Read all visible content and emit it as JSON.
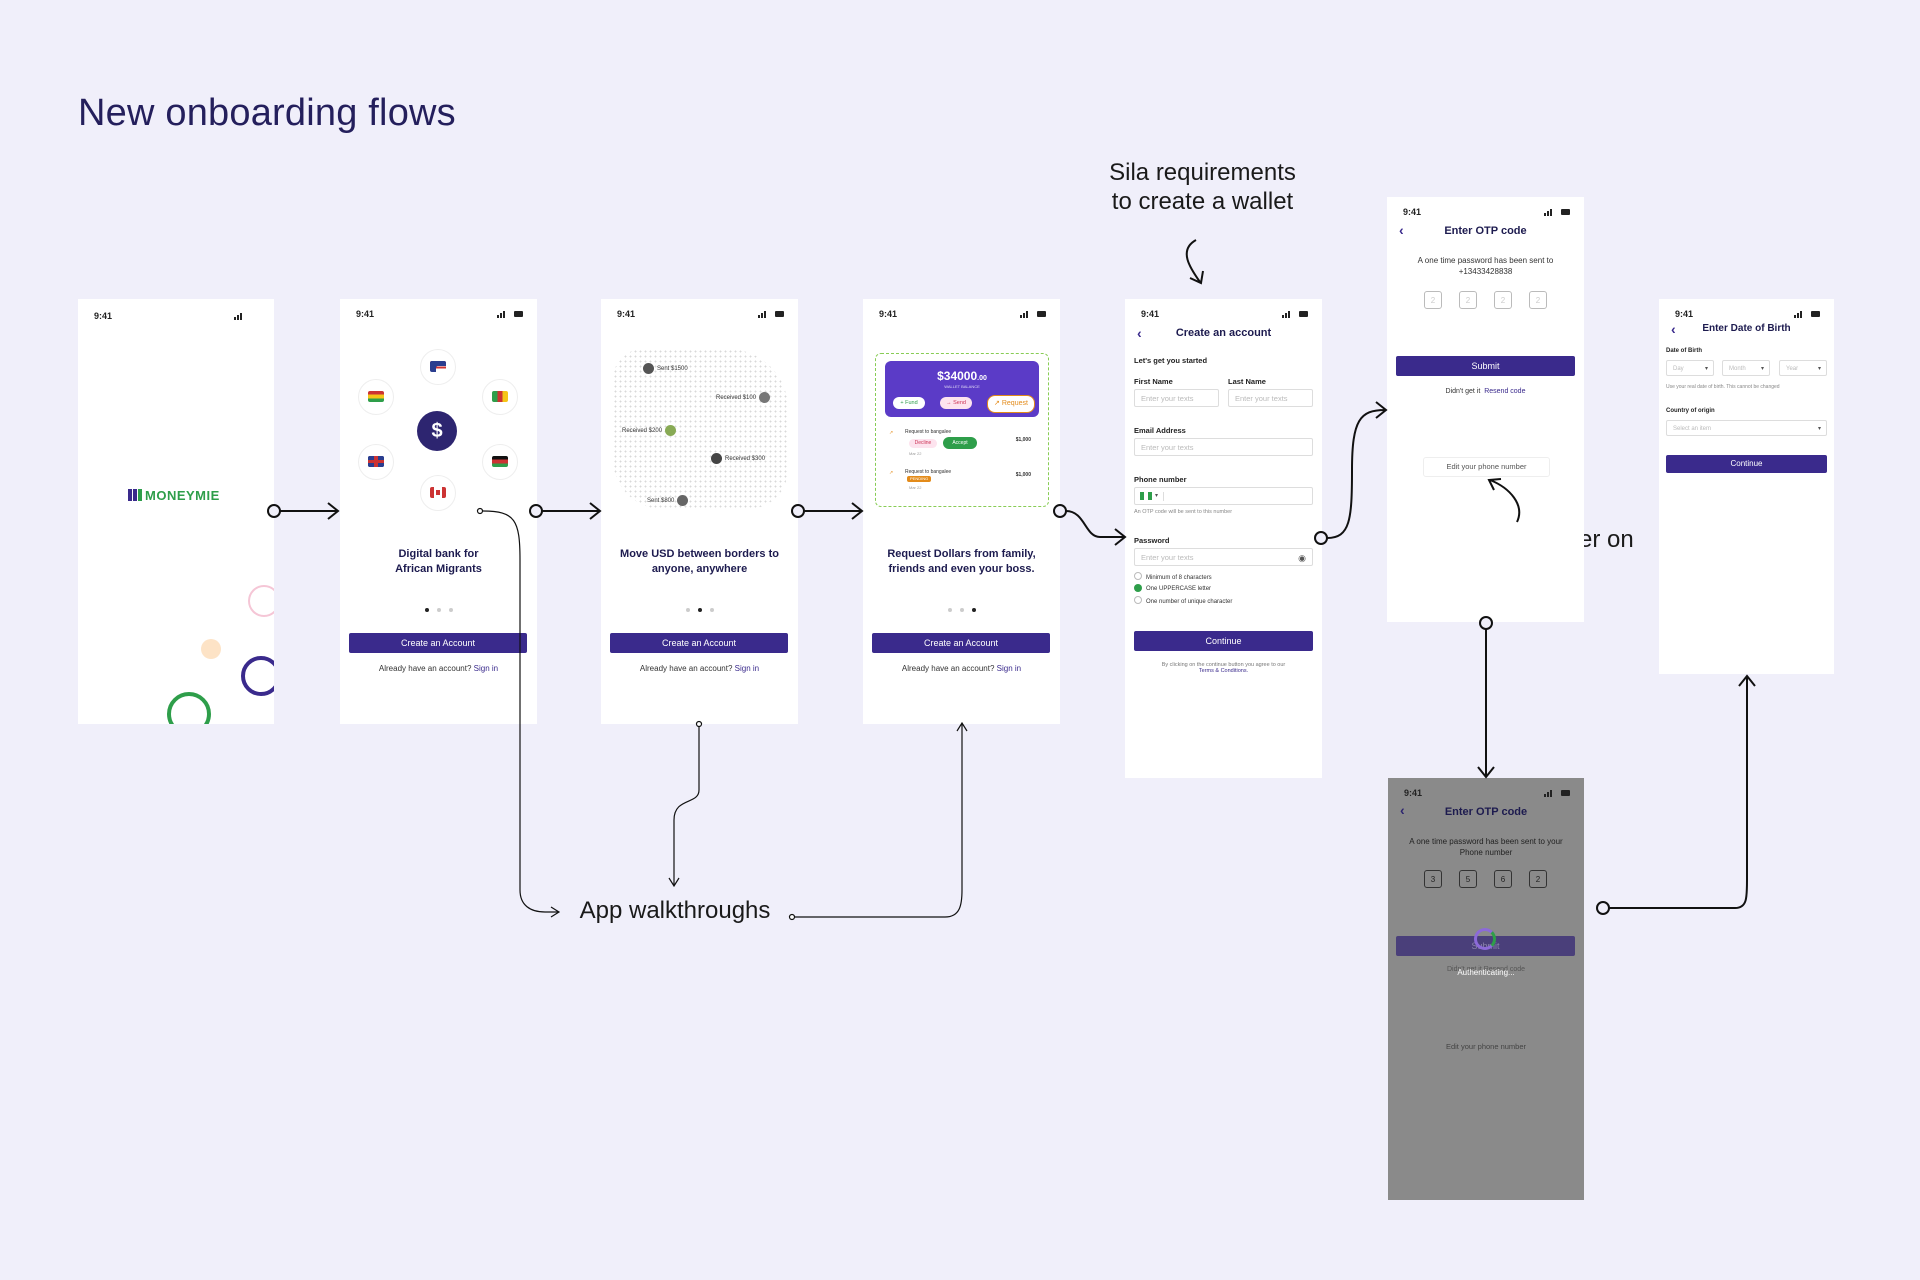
{
  "page": {
    "title": "New onboarding flows"
  },
  "annotations": {
    "sila": "Sila requirements\nto create a wallet",
    "phone": "Add phone number on\nOTP flow",
    "walkthroughs": "App walkthroughs"
  },
  "status": {
    "time": "9:41"
  },
  "splash": {
    "logo": "MONEYMIE"
  },
  "walkthrough": {
    "slide1_title": "Digital bank for African Migrants",
    "slide2_title": "Move USD between borders to anyone, anywhere",
    "slide3_title": "Request Dollars from family, friends and even your boss.",
    "create_button": "Create an Account",
    "signin_prompt": "Already have an account?",
    "signin_link": "Sign in",
    "map_labels": [
      "Sent $1500",
      "Received $100",
      "Received $200",
      "Received $300",
      "Sent $800"
    ],
    "balance": "$34000",
    "balance_suffix": ".00",
    "balance_label": "WALLET BALANCE",
    "actions": [
      "+ Fund",
      "→ Send",
      "↗ Request"
    ],
    "requests": [
      {
        "title": "Request to bangalee",
        "amount": "$1,000",
        "buttons": [
          "Decline",
          "Accept"
        ],
        "date": "Mar 22"
      },
      {
        "title": "Request to bangalee",
        "amount": "$1,000",
        "badge": "PENDING",
        "date": "Mar 22"
      }
    ]
  },
  "create_account": {
    "title": "Create an account",
    "subtitle": "Let's get you started",
    "first_name_label": "First Name",
    "last_name_label": "Last Name",
    "email_label": "Email Address",
    "phone_label": "Phone number",
    "password_label": "Password",
    "placeholder": "Enter your texts",
    "phone_hint": "An OTP code will be sent to this number",
    "rules": [
      "Minimum of 8 characters",
      "One UPPERCASE letter",
      "One number of unique character"
    ],
    "continue": "Continue",
    "terms_prefix": "By clicking on the continue button you agree to our",
    "terms_link": "Terms & Conditions."
  },
  "otp": {
    "title": "Enter OTP code",
    "message": "A one time password has been sent to",
    "number": "+13433428838",
    "digits": [
      "2",
      "2",
      "2",
      "2"
    ],
    "submit": "Submit",
    "resend_prefix": "Didn't get it",
    "resend_link": "Resend code",
    "edit_phone": "Edit your phone number"
  },
  "otp_loading": {
    "title": "Enter OTP code",
    "message": "A one time password has been sent to your Phone number",
    "digits": [
      "3",
      "5",
      "6",
      "2"
    ],
    "submit": "Submit",
    "authenticating": "Authenticating...",
    "resend": "Didn't get it  Resend code",
    "edit_phone": "Edit your phone number"
  },
  "dob": {
    "title": "Enter Date of Birth",
    "dob_label": "Date of Birth",
    "selects": [
      "Day",
      "Month",
      "Year"
    ],
    "dob_hint": "Use your real date of birth. This cannot be changed",
    "country_label": "Country of origin",
    "country_placeholder": "Select an item",
    "continue": "Continue"
  },
  "colors": {
    "primary": "#3a2a8c",
    "background": "#f0effa",
    "accent_green": "#2e9e4a"
  }
}
